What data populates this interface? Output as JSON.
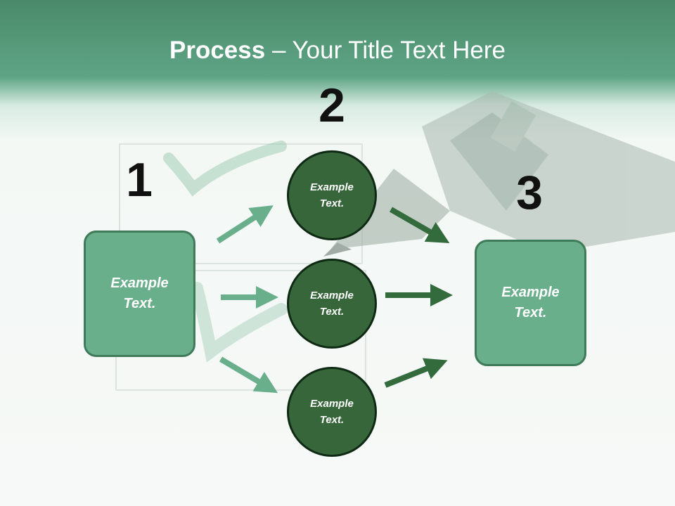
{
  "slide": {
    "title_bold": "Process",
    "title_rest": " – Your Title Text Here",
    "numbers": [
      "1",
      "2",
      "3"
    ],
    "left_box": {
      "line1": "Example",
      "line2": "Text."
    },
    "right_box": {
      "line1": "Example",
      "line2": "Text."
    },
    "circles": [
      {
        "line1": "Example",
        "line2": "Text."
      },
      {
        "line1": "Example",
        "line2": "Text."
      },
      {
        "line1": "Example",
        "line2": "Text."
      }
    ]
  },
  "colors": {
    "header": "#5ea585",
    "box_fill": "#6aaf8b",
    "box_border": "#3f7a59",
    "circle_fill": "#37663a",
    "arrow_light": "#6aaf8b",
    "arrow_dark": "#336b3c"
  },
  "icons": [
    "checkmark-icon",
    "pen-icon",
    "arrow-icon"
  ]
}
